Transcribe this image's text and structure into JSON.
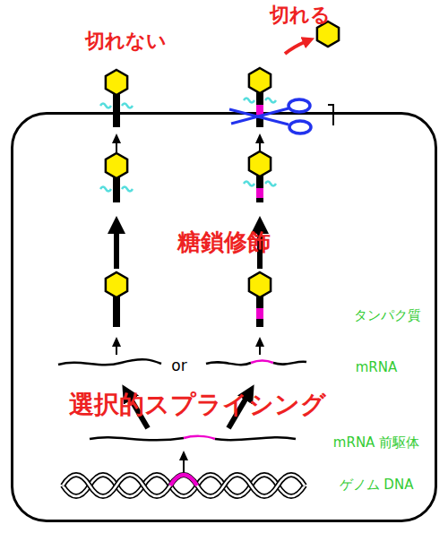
{
  "diagram": {
    "nodes": [
      {
        "text": [
          "糖鎖修飾",
          "タンパク質",
          "or",
          "mRNA",
          "選択的スプライシング",
          "mRNA 前駆体",
          "ゲノム DNA"
        ]
      }
    ],
    "labels": [
      "切れない",
      "切れる"
    ]
  }
}
